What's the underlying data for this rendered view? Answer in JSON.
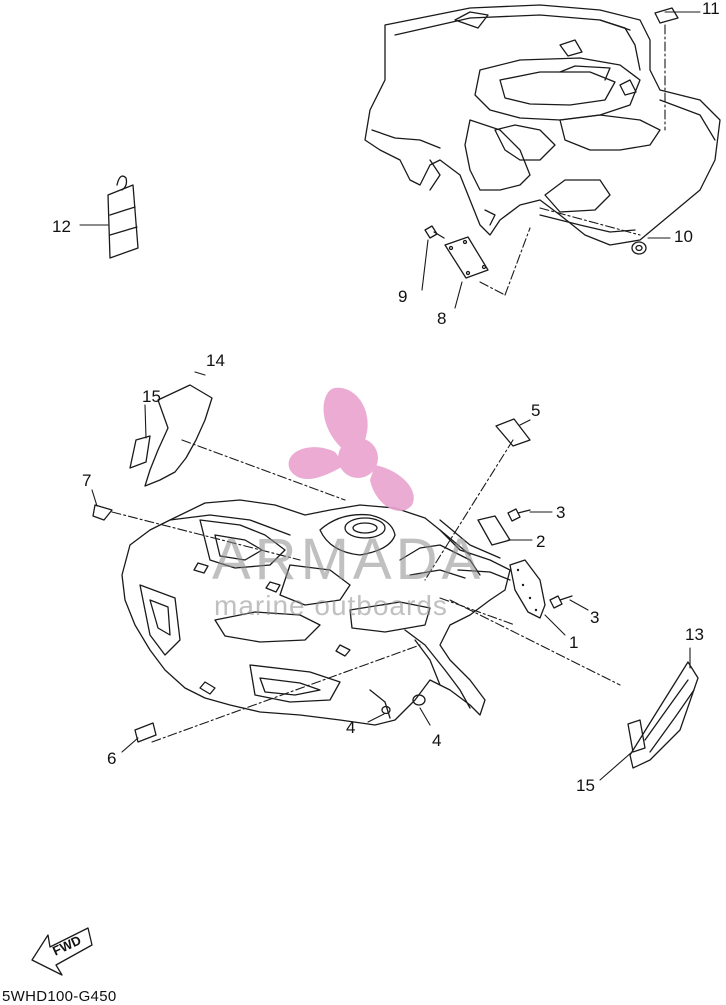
{
  "watermark": {
    "brand": "ARMADA",
    "tagline": "marine outboards",
    "logo_color": "#e9a3cf",
    "text_color": "#8d8d8d"
  },
  "diagram_code": "5WHD100-G450",
  "fwd_label": "FWD",
  "callouts": {
    "n1": "1",
    "n2": "2",
    "n3a": "3",
    "n3b": "3",
    "n4a": "4",
    "n4b": "4",
    "n5": "5",
    "n6": "6",
    "n7": "7",
    "n8": "8",
    "n9": "9",
    "n10": "10",
    "n11": "11",
    "n12": "12",
    "n13": "13",
    "n14": "14",
    "n15a": "15",
    "n15b": "15"
  },
  "colors": {
    "line": "#1a1a1a",
    "background": "#ffffff"
  }
}
